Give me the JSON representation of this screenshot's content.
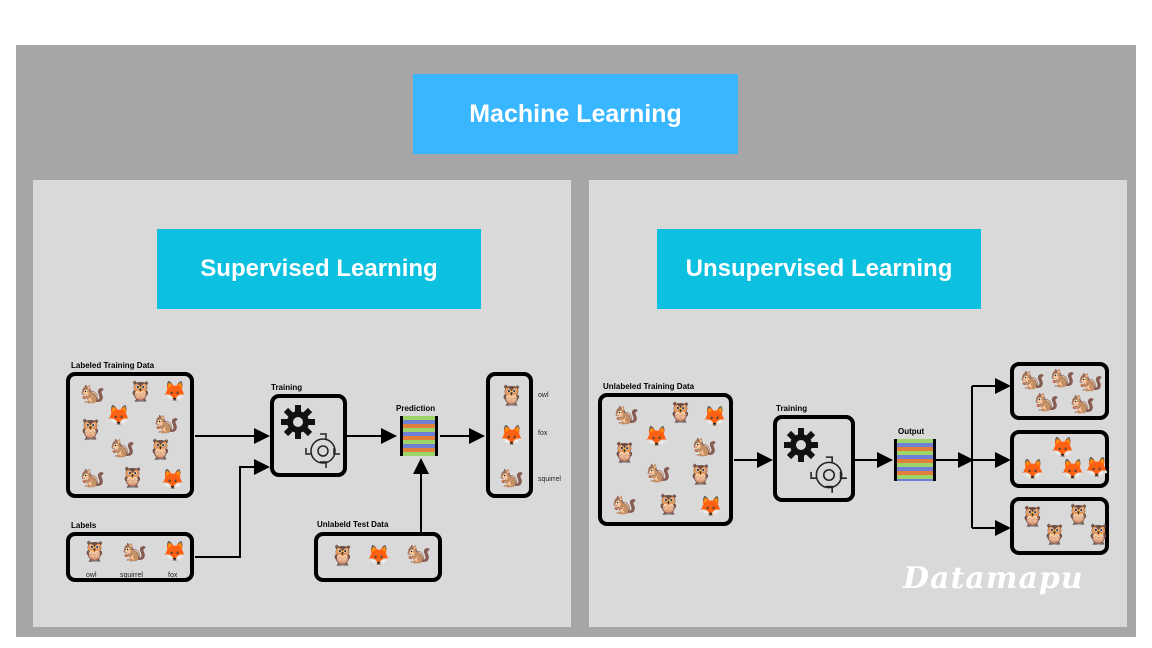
{
  "titles": {
    "machine_learning": "Machine Learning",
    "supervised": "Supervised Learning",
    "unsupervised": "Unsupervised Learning"
  },
  "supervised": {
    "labeled_training_data": "Labeled Training Data",
    "training": "Training",
    "prediction": "Prediction",
    "labels": "Labels",
    "unlabeled_test_data": "Unlabeld Test Data",
    "label_names": [
      "owl",
      "squirrel",
      "fox"
    ],
    "prediction_labels": [
      "owl",
      "fox",
      "squirrel"
    ]
  },
  "unsupervised": {
    "unlabeled_training_data": "Unlabeled Training Data",
    "training": "Training",
    "output": "Output"
  },
  "watermark": "Datamapu",
  "icons": {
    "owl": "🦉",
    "fox": "🦊",
    "squirrel": "🐿️"
  }
}
